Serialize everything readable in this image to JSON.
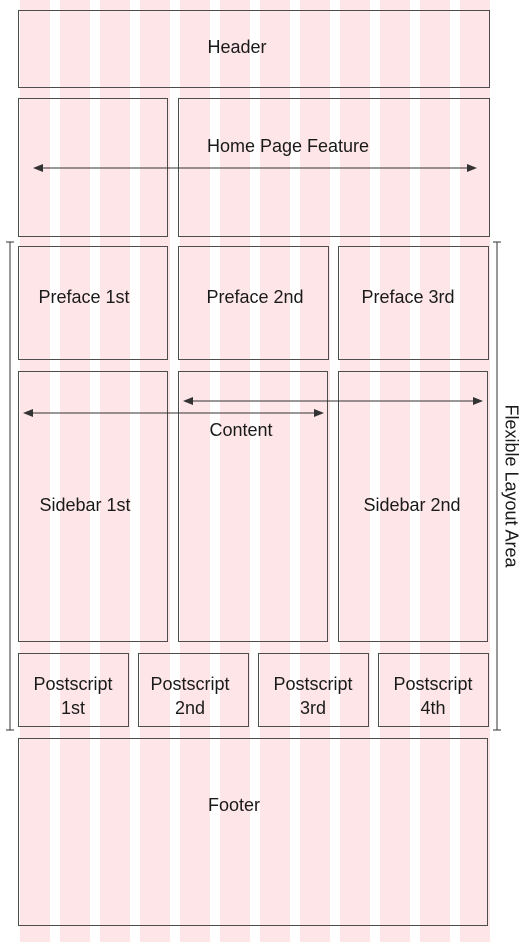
{
  "regions": {
    "header": "Header",
    "feature": "Home Page Feature",
    "preface_1": "Preface 1st",
    "preface_2": "Preface 2nd",
    "preface_3": "Preface 3rd",
    "content": "Content",
    "sidebar_1": "Sidebar 1st",
    "sidebar_2": "Sidebar 2nd",
    "postscript_1": {
      "line1": "Postscript",
      "line2": "1st"
    },
    "postscript_2": {
      "line1": "Postscript",
      "line2": "2nd"
    },
    "postscript_3": {
      "line1": "Postscript",
      "line2": "3rd"
    },
    "postscript_4": {
      "line1": "Postscript",
      "line2": "4th"
    },
    "footer": "Footer"
  },
  "annotations": {
    "flexible_area": "Flexible Layout Area"
  },
  "colors": {
    "grid_column": "#fde5e8",
    "border": "#4d4d4d",
    "text": "#1a1a1a"
  }
}
